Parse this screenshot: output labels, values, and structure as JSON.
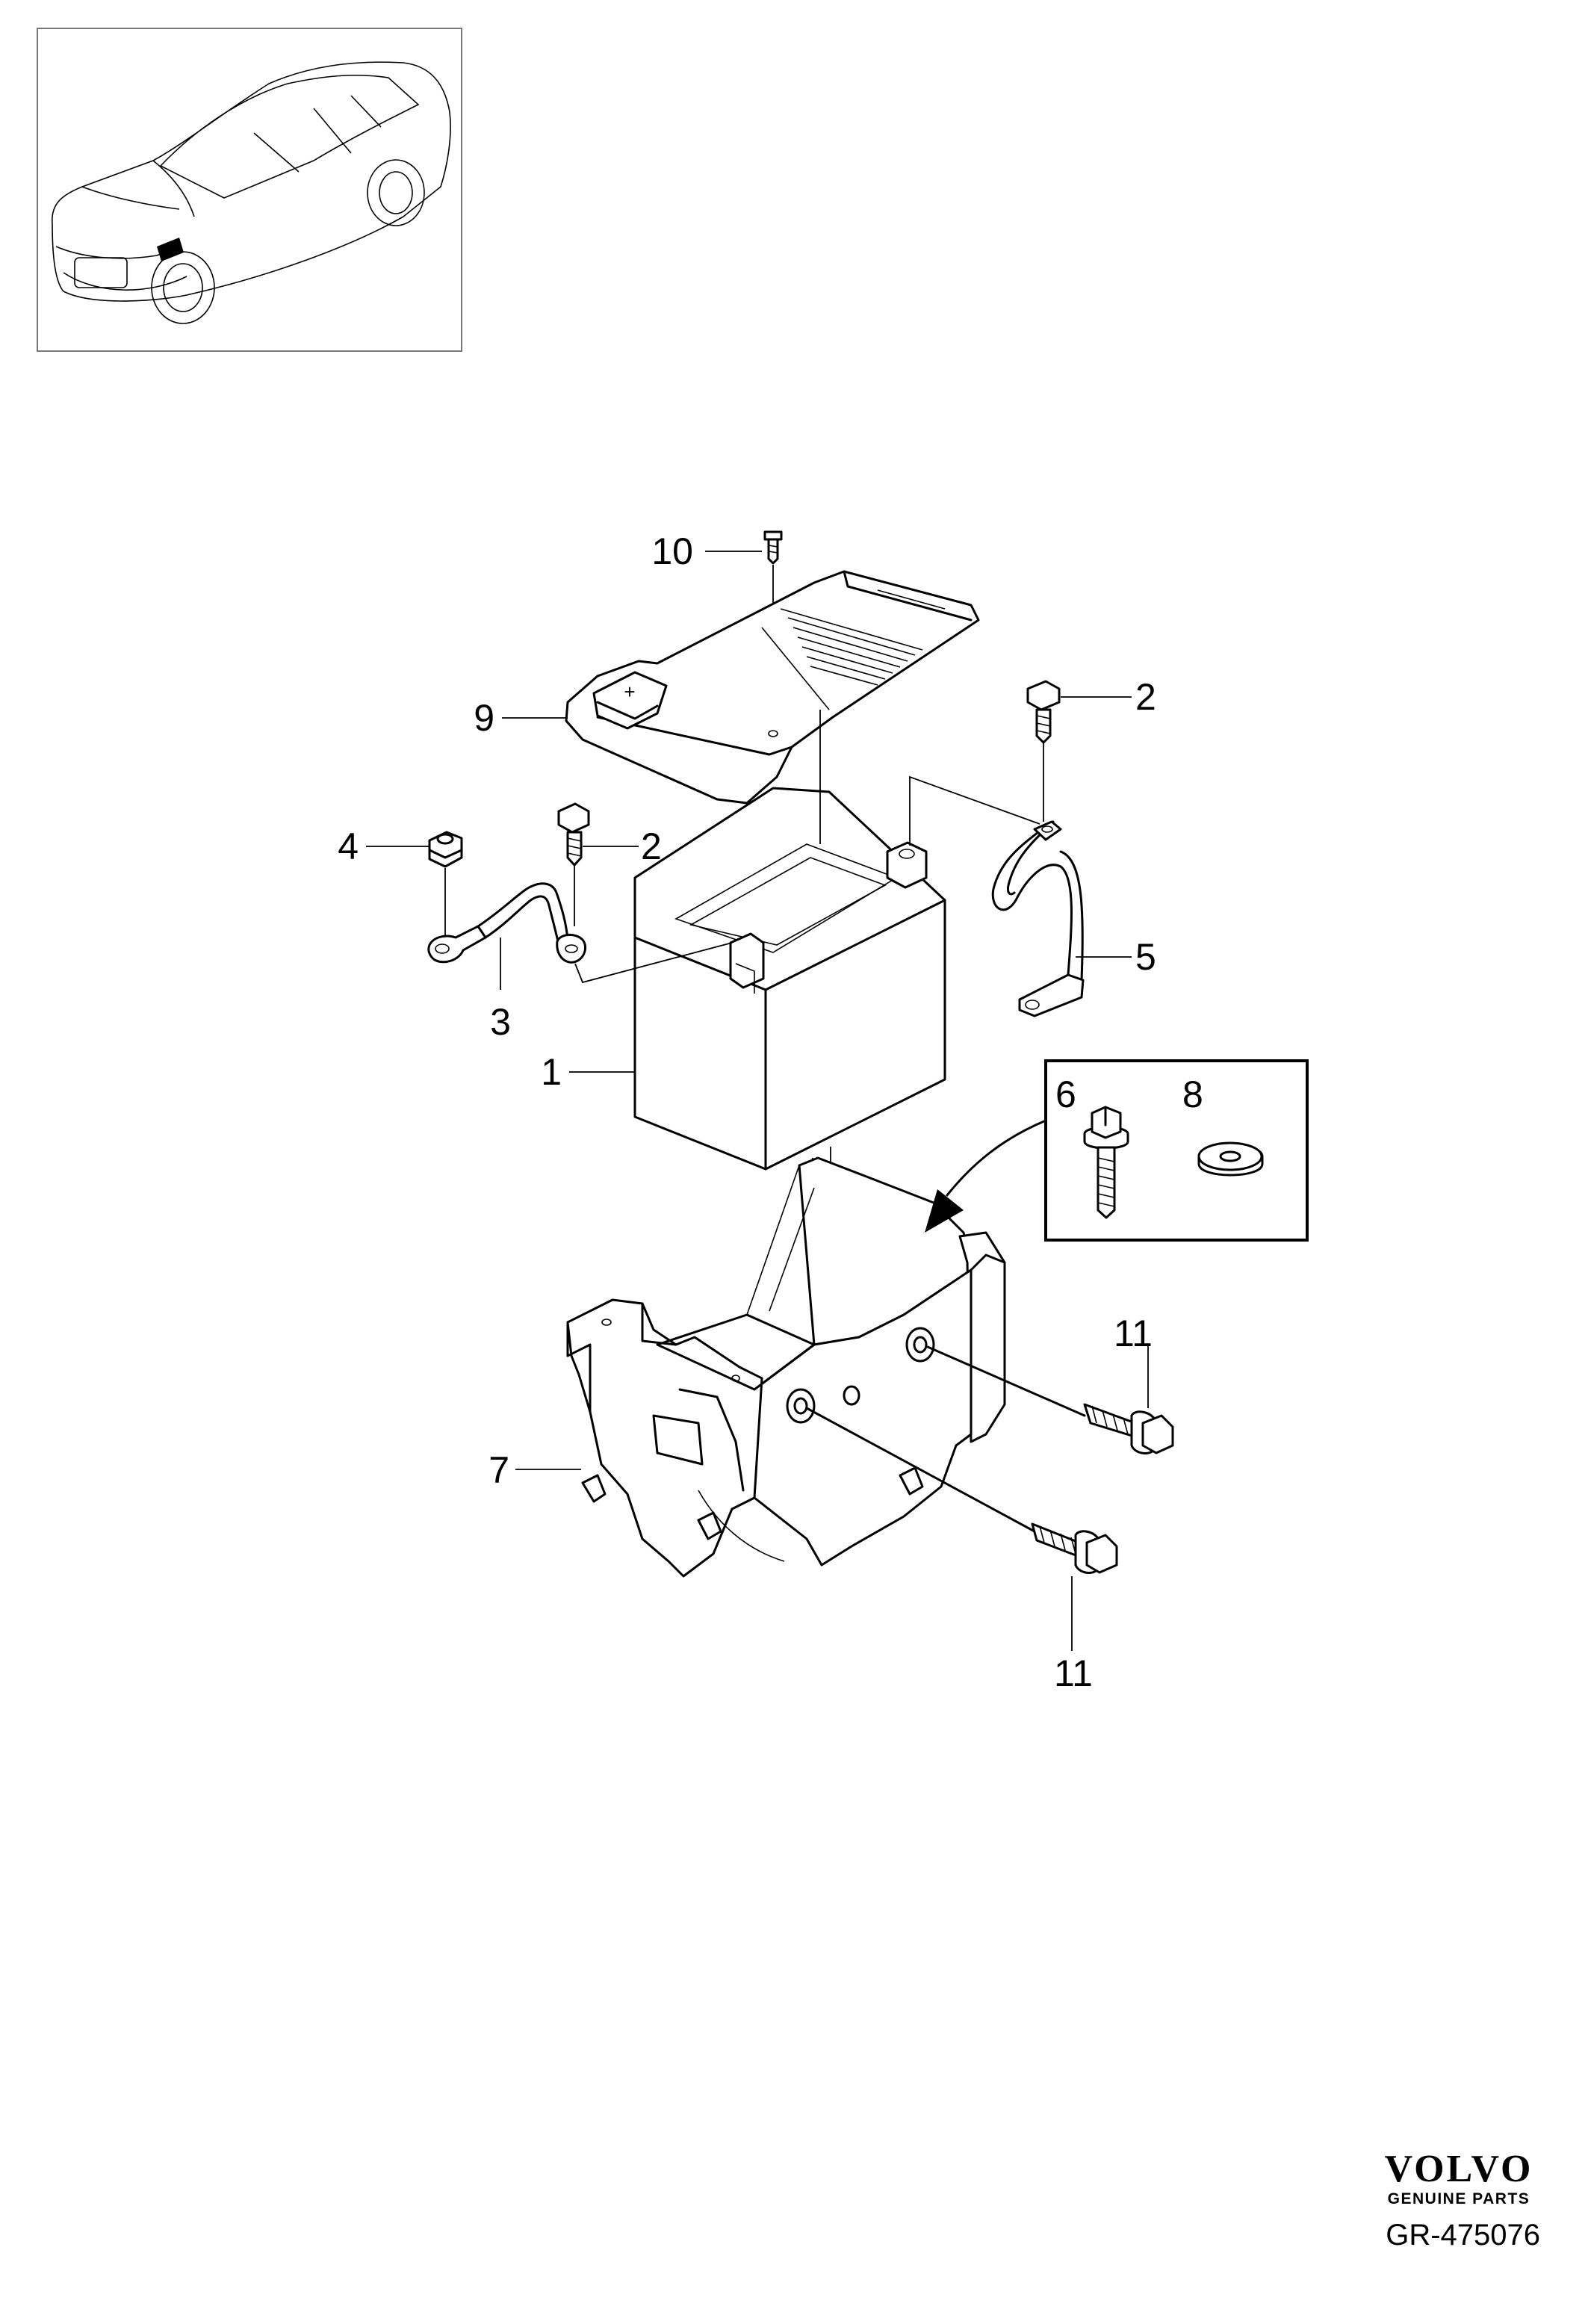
{
  "callouts": {
    "c10": "10",
    "c9": "9",
    "c2a": "2",
    "c2b": "2",
    "c4": "4",
    "c3": "3",
    "c5": "5",
    "c1": "1",
    "c6": "6",
    "c8": "8",
    "c11a": "11",
    "c7": "7",
    "c11b": "11"
  },
  "battery_cover_symbol": "+",
  "brand": {
    "name": "VOLVO",
    "tagline": "GENUINE PARTS"
  },
  "reference": "GR-475076"
}
